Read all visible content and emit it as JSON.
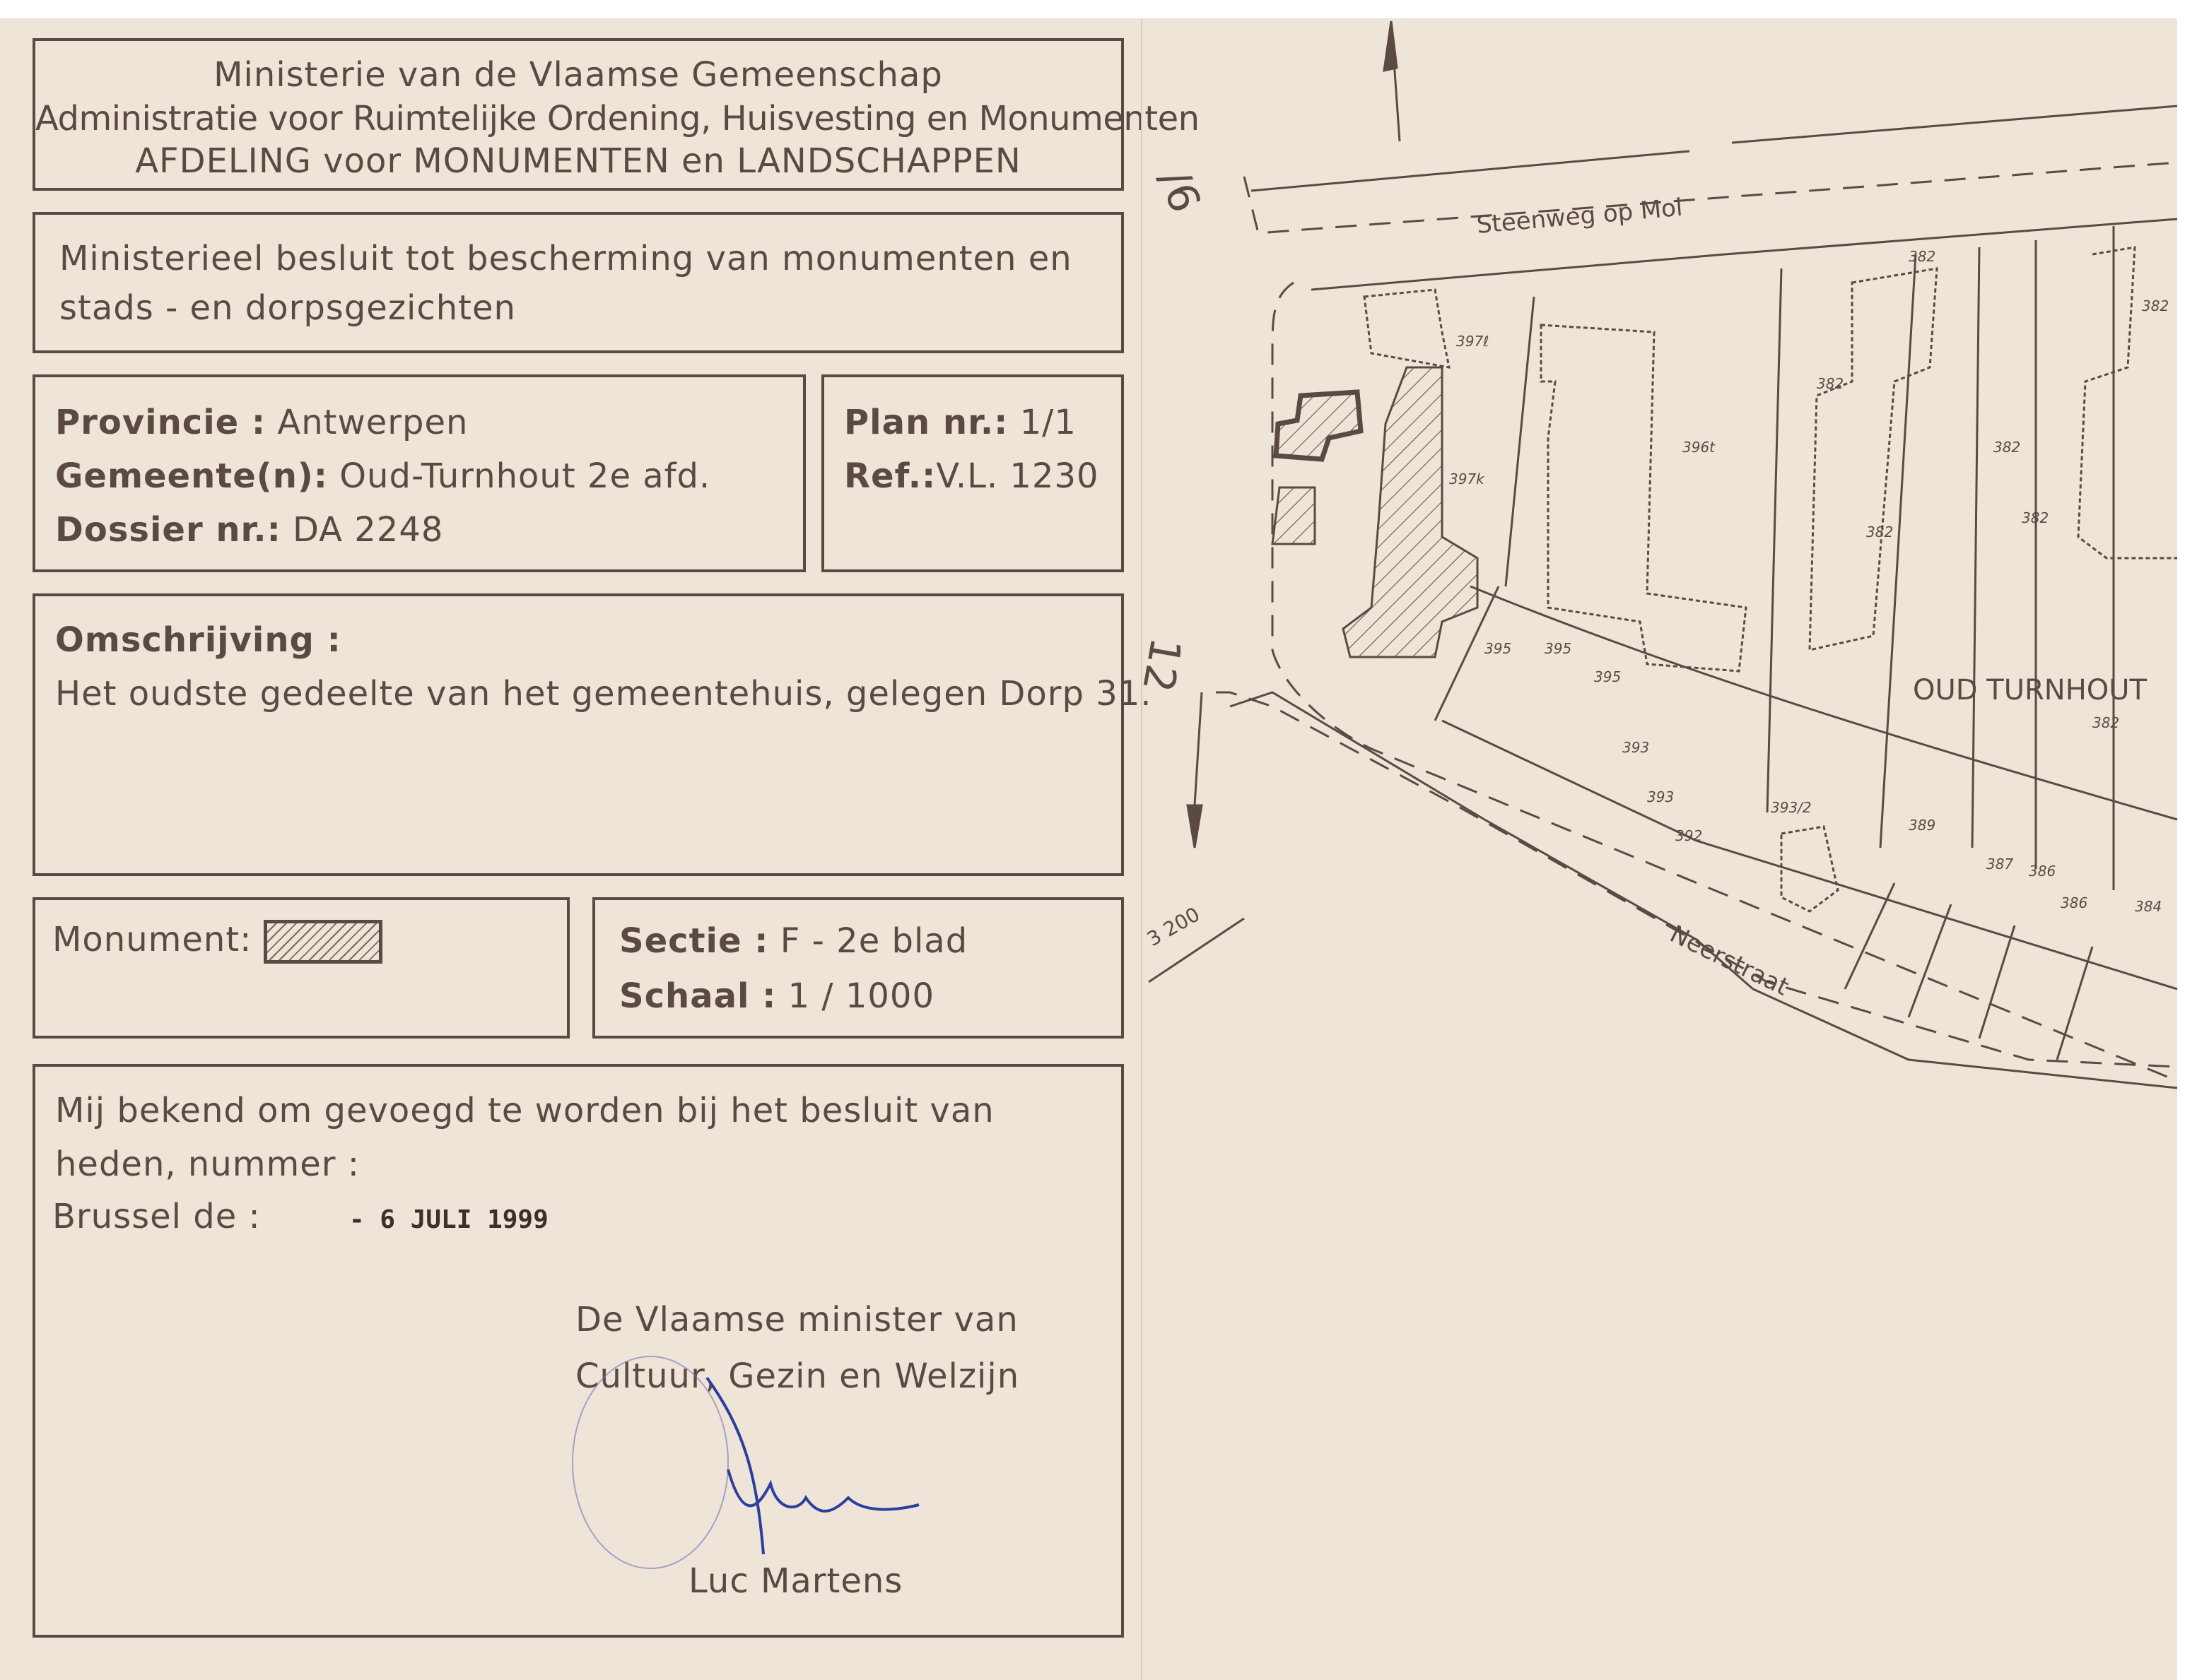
{
  "header": {
    "line1": "Ministerie van de Vlaamse Gemeenschap",
    "line2": "Administratie voor Ruimtelijke Ordening, Huisvesting en Monumenten",
    "line3": "AFDELING voor MONUMENTEN en LANDSCHAPPEN"
  },
  "besluit": {
    "line1": "Ministerieel besluit tot bescherming van monumenten en",
    "line2": "stads - en dorpsgezichten"
  },
  "location": {
    "provincie_label": "Provincie :",
    "provincie": "Antwerpen",
    "gemeente_label": "Gemeente(n):",
    "gemeente": "Oud-Turnhout 2e afd.",
    "dossier_label": "Dossier nr.:",
    "dossier": "DA 2248"
  },
  "plan": {
    "plan_label": "Plan nr.:",
    "plan": "1/1",
    "ref_label": "Ref.:",
    "ref": "V.L. 1230"
  },
  "omschrijving": {
    "label": "Omschrijving :",
    "text": "Het oudste gedeelte van het gemeentehuis, gelegen Dorp 31."
  },
  "legend": {
    "monument_label": "Monument:"
  },
  "sectie": {
    "sectie_label": "Sectie :",
    "sectie": "F - 2e blad",
    "schaal_label": "Schaal :",
    "schaal": "1 / 1000"
  },
  "signature": {
    "line1": "Mij bekend om gevoegd te worden bij het besluit van",
    "line2": "heden, nummer :",
    "place": "Brussel de :",
    "date_stamp": "- 6 JULI 1999",
    "minister1": "De Vlaamse minister van",
    "minister2": "Cultuur, Gezin en Welzijn",
    "name": "Luc Martens"
  },
  "map": {
    "street_north": "Steenweg op Mol",
    "street_south": "Neerstraat",
    "place": "OUD TURNHOUT",
    "edge_label_top": "/6",
    "edge_label_mid": "12",
    "edge_label_low": "3 200",
    "parcel_labels": [
      "397ℓ",
      "397k",
      "396t",
      "382",
      "382",
      "382",
      "382",
      "382",
      "382",
      "395",
      "395",
      "395",
      "393",
      "393",
      "393/2",
      "392",
      "389",
      "387",
      "386",
      "386",
      "384",
      "382"
    ]
  },
  "colors": {
    "ink": "#5b4a41",
    "paper": "#efe4d8",
    "signature": "#2b3f9e"
  }
}
